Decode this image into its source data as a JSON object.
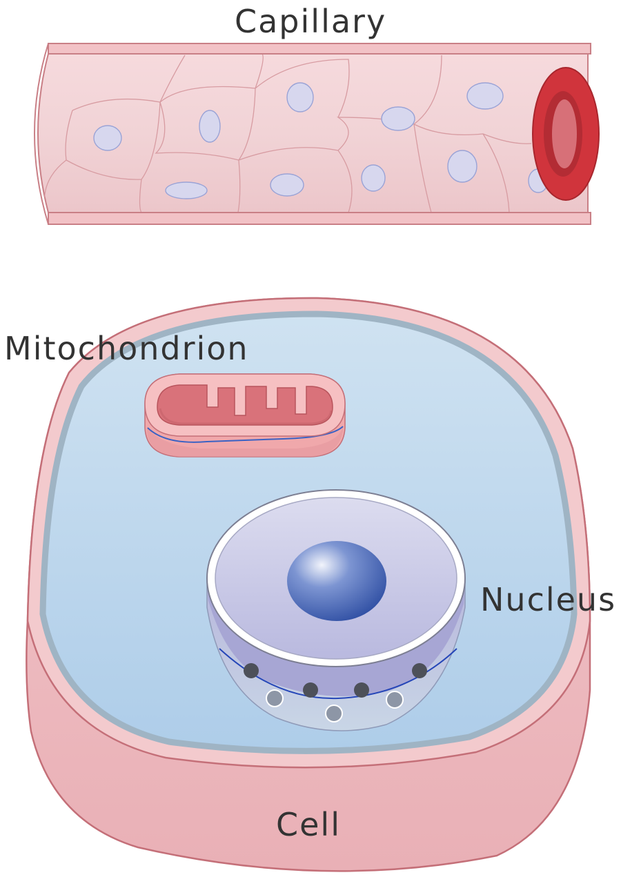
{
  "labels": {
    "capillary": "Capillary",
    "mitochondrion": "Mitochondrion",
    "nucleus": "Nucleus",
    "cell": "Cell"
  },
  "colors": {
    "vessel_wall": "#f2c9cc",
    "vessel_outline": "#c97f86",
    "vessel_nuclei": "#d7d7ee",
    "blood_cell": "#d0343c",
    "cell_membrane": "#efbcc0",
    "cytoplasm": "#c2dcef",
    "mito_fill": "#d9727a",
    "nucleus_body": "#c4c4e4",
    "nucleolus": "#3f62b6",
    "text": "#333333"
  }
}
